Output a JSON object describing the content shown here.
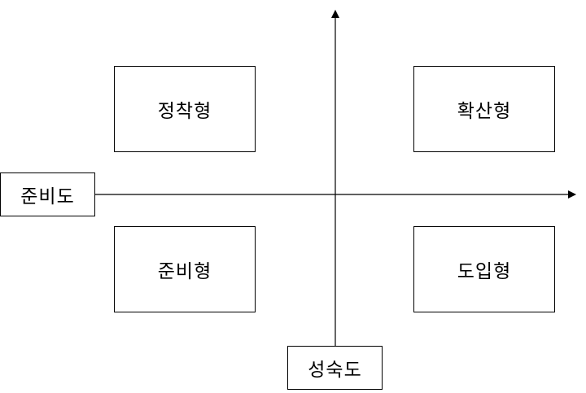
{
  "diagram": {
    "axes": {
      "x_label": "준비도",
      "y_label": "성숙도"
    },
    "quadrants": {
      "top_left": "정착형",
      "top_right": "확산형",
      "bottom_left": "준비형",
      "bottom_right": "도입형"
    },
    "colors": {
      "stroke": "#000000",
      "background": "#ffffff"
    }
  }
}
